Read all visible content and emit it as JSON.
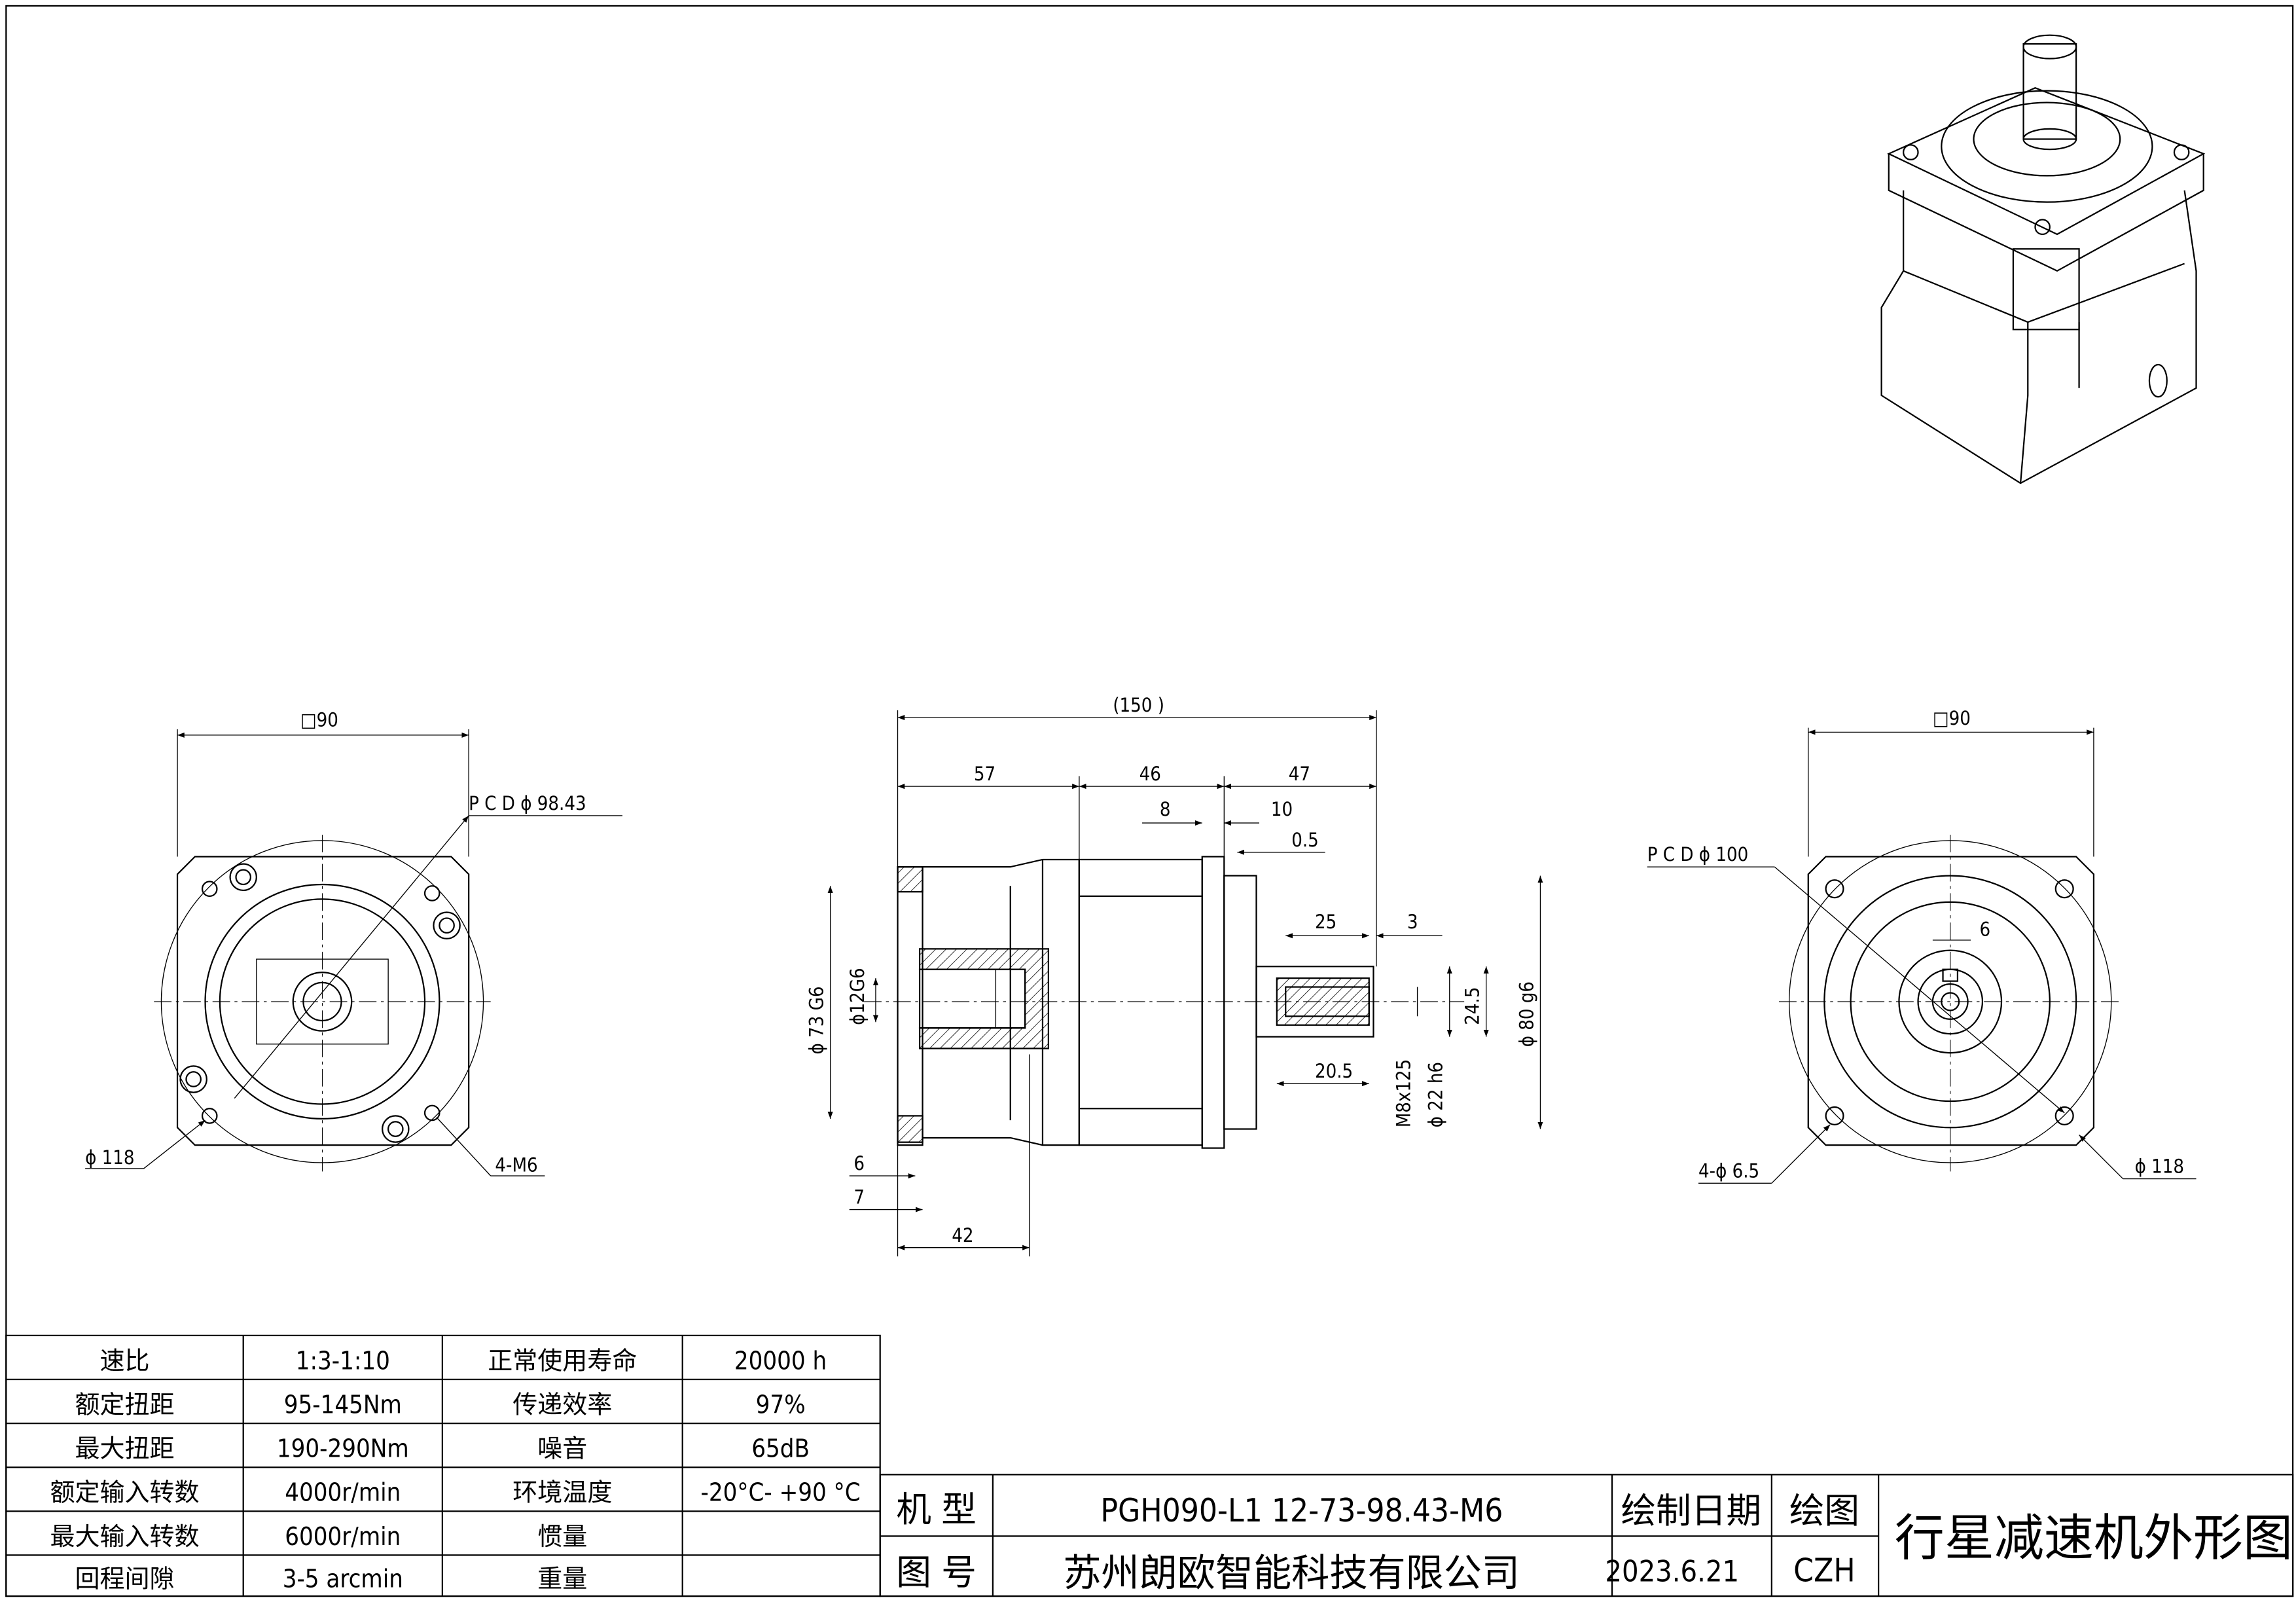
{
  "drawing": {
    "left_view": {
      "width_dim": "□90",
      "pcd": "P C D   ϕ 98.43",
      "dia": "ϕ 118",
      "holes": "4-M6"
    },
    "side_view": {
      "overall": "(150 )",
      "seg1": "57",
      "seg2": "46",
      "seg3": "47",
      "d8": "8",
      "d10": "10",
      "d05": "0.5",
      "d25": "25",
      "d3": "3",
      "dia73": "ϕ 73  G6",
      "dia12": "ϕ12G6",
      "d245": "24.5",
      "dia80": "ϕ 80  g6",
      "d205": "20.5",
      "thread": "M8x125",
      "dia22": "ϕ 22  h6",
      "d6": "6",
      "d7": "7",
      "d42": "42"
    },
    "right_view": {
      "width_dim": "□90",
      "pcd": "P C D   ϕ 100",
      "key": "6",
      "holes": "4-ϕ 6.5",
      "dia": "ϕ 118"
    }
  },
  "spec_table": {
    "rows": [
      [
        "速比",
        "1:3-1:10",
        "正常使用寿命",
        "20000  h"
      ],
      [
        "额定扭距",
        "95-145Nm",
        "传递效率",
        "97%"
      ],
      [
        "最大扭距",
        "190-290Nm",
        "噪音",
        "65dB"
      ],
      [
        "额定输入转数",
        "4000r/min",
        "环境温度",
        "-20°C- +90 °C"
      ],
      [
        "最大输入转数",
        "6000r/min",
        "惯量",
        ""
      ],
      [
        "回程间隙",
        "3-5 arcmin",
        "重量",
        ""
      ]
    ]
  },
  "title_block": {
    "model_label": "机  型",
    "model": "PGH090-L1 12-73-98.43-M6",
    "drawing_no_label": "图  号",
    "company": "苏州朗欧智能科技有限公司",
    "date_label": "绘制日期",
    "date": "2023.6.21",
    "drawn_label": "绘图",
    "drawn_by": "CZH",
    "title": "行星减速机外形图"
  }
}
